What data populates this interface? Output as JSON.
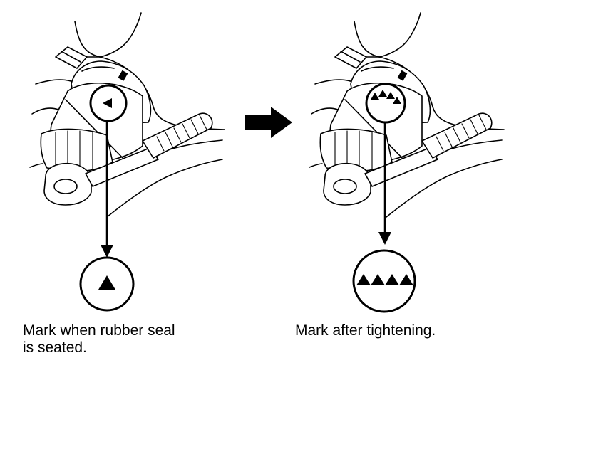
{
  "captions": {
    "seated": {
      "line1": "Mark when rubber seal",
      "line2": "is seated."
    },
    "tightened": {
      "line1": "Mark after tightening."
    }
  },
  "marks": {
    "seated_triangle_count": 1,
    "tightened_triangle_count": 4
  },
  "colors": {
    "ink": "#000000",
    "background": "#ffffff"
  },
  "icons": {
    "step_arrow": "arrow-right-icon",
    "wrench": "torque-wrench-icon",
    "filter": "oil-filter-icon"
  }
}
